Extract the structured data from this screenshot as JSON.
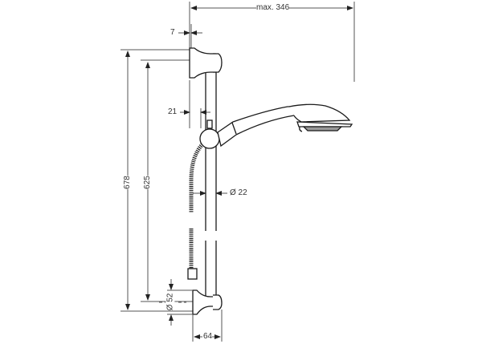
{
  "drawing": {
    "title": "Shower set technical dimension drawing",
    "units": "mm",
    "colors": {
      "line": "#1a1a1a",
      "dim_line": "#555555",
      "background": "#ffffff"
    }
  },
  "dimensions": {
    "max_reach": "max. 346",
    "wall_bracket_depth": "7",
    "rail_offset": "21",
    "rail_diameter": "Ø 22",
    "overall_height": "678",
    "bracket_spacing": "625",
    "bracket_diameter": "Ø 52",
    "bracket_projection": "64"
  },
  "components": [
    "top-wall-bracket",
    "slide-rail",
    "slider-holder",
    "hand-shower",
    "shower-hose",
    "bottom-wall-bracket"
  ]
}
